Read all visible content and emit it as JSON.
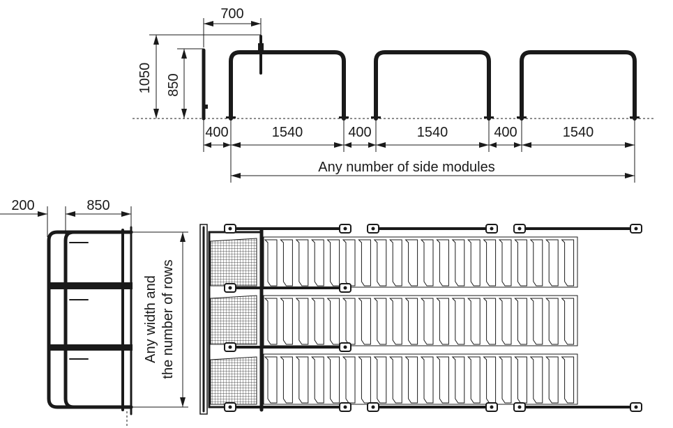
{
  "side_view": {
    "dim_700": "700",
    "dim_1050": "1050",
    "dim_850": "850",
    "gap_labels": [
      "400",
      "400",
      "400"
    ],
    "module_labels": [
      "1540",
      "1540",
      "1540"
    ],
    "note": "Any number of side modules"
  },
  "top_view": {
    "dim_200": "200",
    "dim_850": "850",
    "note_line1": "Any width and",
    "note_line2": "the number of rows"
  }
}
